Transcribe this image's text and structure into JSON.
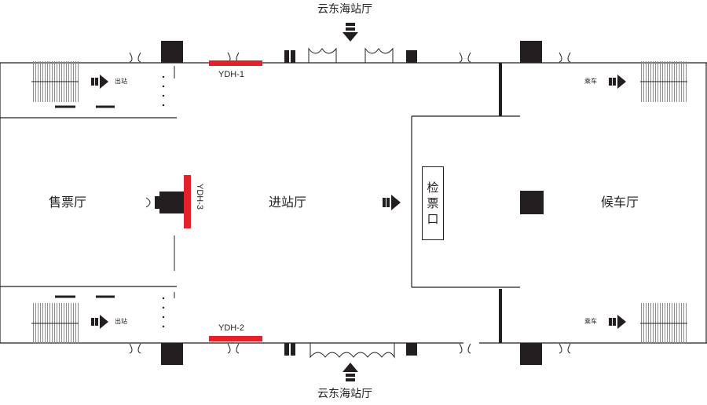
{
  "entrances": {
    "top": "云东海站厅",
    "bottom": "云东海站厅"
  },
  "halls": {
    "ticket_hall": "售票厅",
    "entry_hall": "进站厅",
    "waiting_hall": "候车厅"
  },
  "ticket_check": [
    "检",
    "票",
    "口"
  ],
  "ad_spots": {
    "ydh1": "YDH-1",
    "ydh2": "YDH-2",
    "ydh3": "YDH-3"
  },
  "small_labels": {
    "exit_top": "出站",
    "exit_bottom": "出站",
    "board_top": "乘车",
    "board_bottom": "乘车"
  },
  "colors": {
    "line": "#231f20",
    "ad_red": "#e3212b"
  }
}
